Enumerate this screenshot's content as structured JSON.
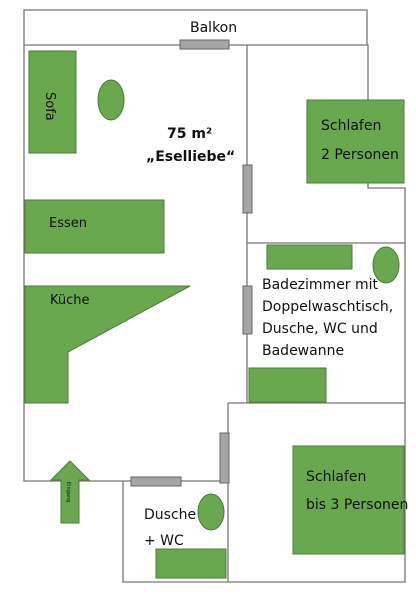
{
  "balcony_label": "Balkon",
  "area_label": "75 m²",
  "name_label": "„Eselliebe“",
  "sofa_label": "Sofa",
  "dining_label": "Essen",
  "kitchen_label": "Küche",
  "bedroom1": {
    "line1": "Schlafen",
    "line2": "2 Personen"
  },
  "bathroom": {
    "line1": "Badezimmer mit",
    "line2": "Doppelwaschtisch,",
    "line3": "Dusche, WC und",
    "line4": "Badewanne"
  },
  "bedroom2": {
    "line1": "Schlafen",
    "line2": "bis 3 Personen"
  },
  "shower_room": {
    "line1": "Dusche",
    "line2": "+ WC"
  },
  "entrance_label": "Eingang",
  "colors": {
    "furniture": "#6aa84f",
    "door": "#a5a5a5",
    "wall": "#777777"
  }
}
